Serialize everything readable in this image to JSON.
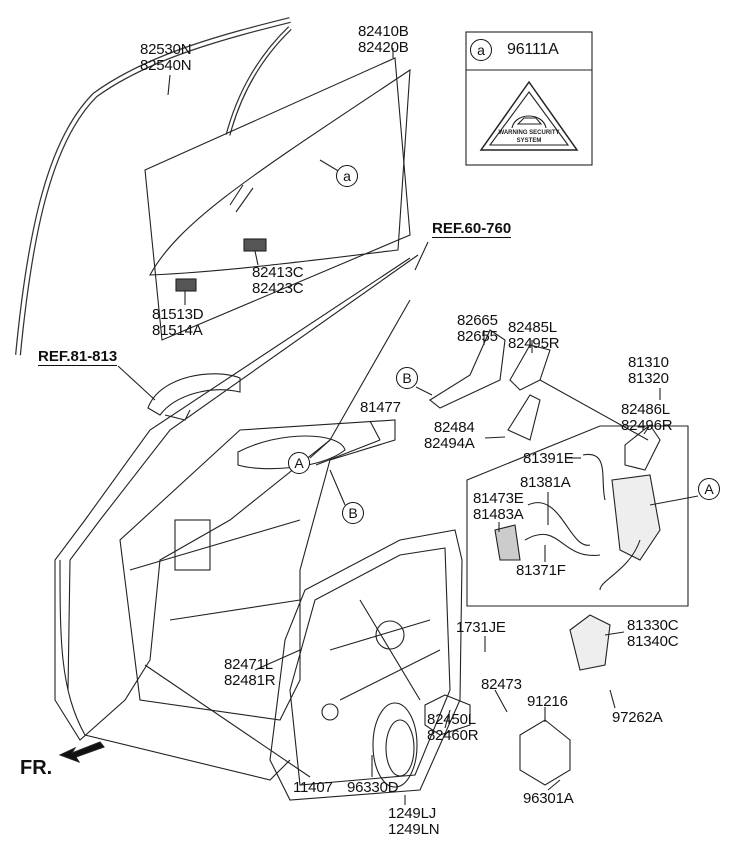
{
  "diagram": {
    "legend_box": {
      "marker": "a",
      "part": "96111A",
      "label_image": "WARNING SECURITY SYSTEM"
    },
    "references": [
      "REF.60-760",
      "REF.81-813"
    ],
    "callouts": {
      "a": "a",
      "A": "A",
      "B": "B"
    },
    "direction": "FR.",
    "parts": [
      {
        "lines": [
          "82530N",
          "82540N"
        ]
      },
      {
        "lines": [
          "82410B",
          "82420B"
        ]
      },
      {
        "lines": [
          "82413C",
          "82423C"
        ]
      },
      {
        "lines": [
          "81513D",
          "81514A"
        ]
      },
      {
        "lines": [
          "82665",
          "82655"
        ]
      },
      {
        "lines": [
          "82485L",
          "82495R"
        ]
      },
      {
        "lines": [
          "81310",
          "81320"
        ]
      },
      {
        "lines": [
          "82486L",
          "82496R"
        ]
      },
      {
        "lines": [
          "81477"
        ]
      },
      {
        "lines": [
          "82484",
          "82494A"
        ]
      },
      {
        "lines": [
          "81391E"
        ]
      },
      {
        "lines": [
          "81381A"
        ]
      },
      {
        "lines": [
          "81473E",
          "81483A"
        ]
      },
      {
        "lines": [
          "81371F"
        ]
      },
      {
        "lines": [
          "1731JE"
        ]
      },
      {
        "lines": [
          "81330C",
          "81340C"
        ]
      },
      {
        "lines": [
          "82471L",
          "82481R"
        ]
      },
      {
        "lines": [
          "82473"
        ]
      },
      {
        "lines": [
          "91216"
        ]
      },
      {
        "lines": [
          "97262A"
        ]
      },
      {
        "lines": [
          "82450L",
          "82460R"
        ]
      },
      {
        "lines": [
          "11407"
        ]
      },
      {
        "lines": [
          "96330D"
        ]
      },
      {
        "lines": [
          "96301A"
        ]
      },
      {
        "lines": [
          "1249LJ",
          "1249LN"
        ]
      }
    ]
  }
}
